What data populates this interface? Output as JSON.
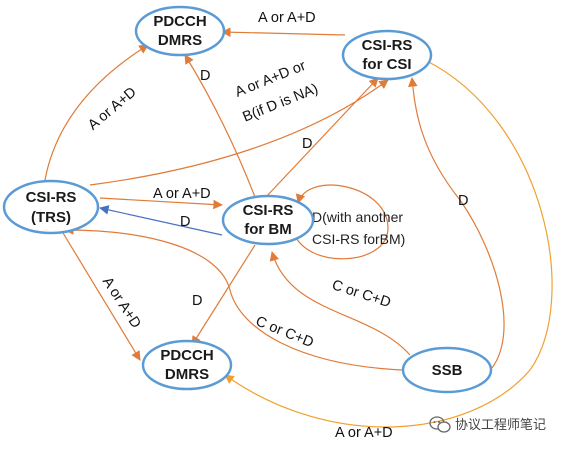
{
  "nodes": {
    "pdcch_top": [
      "PDCCH",
      "DMRS"
    ],
    "csi_rs_csi": [
      "CSI-RS",
      "for CSI"
    ],
    "csi_rs_trs": [
      "CSI-RS",
      "(TRS)"
    ],
    "csi_rs_bm": [
      "CSI-RS",
      "for BM"
    ],
    "pdcch_bottom": [
      "PDCCH",
      "DMRS"
    ],
    "ssb": [
      "SSB"
    ]
  },
  "edges": {
    "csi_to_pdcch_top": "A or A+D",
    "bm_to_pdcch_top": "D",
    "trs_to_pdcch_top": "A or A+D",
    "trs_to_csi_line1": "A or A+D or",
    "trs_to_csi_line2": "B(if D is NA)",
    "bm_to_csi": "D",
    "trs_to_bm": "A or A+D",
    "bm_to_trs": "D",
    "bm_self_line1": "D(with another",
    "bm_self_line2": "CSI-RS forBM)",
    "ssb_to_csi": "D",
    "trs_to_pdcch_bottom": "A or A+D",
    "bm_to_pdcch_bottom": "D",
    "ssb_to_bm": "C or C+D",
    "ssb_to_trs": "C or C+D",
    "csi_to_pdcch_bottom": "A or A+D"
  },
  "watermark": {
    "icon": "wechat-icon",
    "text": "协议工程师笔记"
  },
  "colors": {
    "node_border": "#5b9bd5",
    "edge_orange": "#e07b39",
    "edge_gold": "#f0a030",
    "edge_blue": "#4a70c0"
  }
}
